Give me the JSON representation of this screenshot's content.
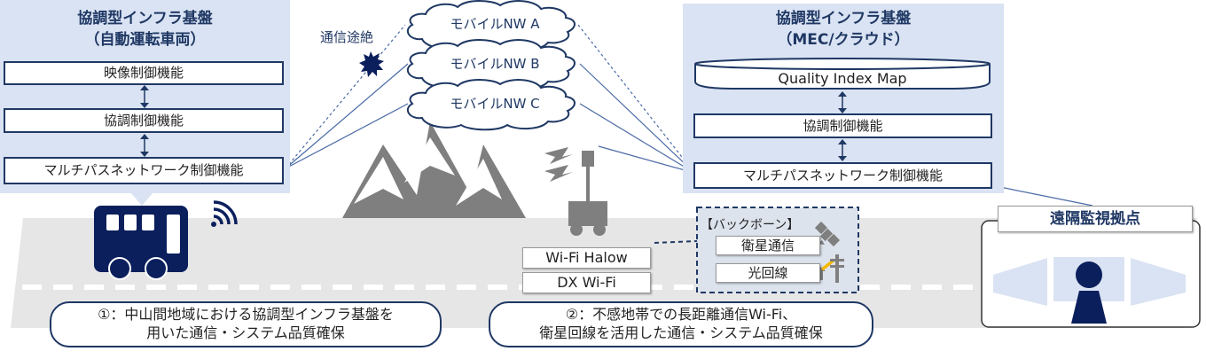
{
  "left_panel": {
    "title_line1": "協調型インフラ基盤",
    "title_line2": "（自動運転車両）",
    "boxes": [
      "映像制御機能",
      "協調制御機能",
      "マルチパスネットワーク制御機能"
    ]
  },
  "right_panel": {
    "title_line1": "協調型インフラ基盤",
    "title_line2": "（MEC/クラウド）",
    "database": "Quality Index Map",
    "boxes": [
      "協調制御機能",
      "マルチパスネットワーク制御機能"
    ]
  },
  "clouds": [
    "モバイルNW A",
    "モバイルNW B",
    "モバイルNW C"
  ],
  "outage_label": "通信途絶",
  "wifi_boxes": [
    "Wi-Fi Halow",
    "DX Wi-Fi"
  ],
  "backbone": {
    "title": "【バックボーン】",
    "items": [
      "衛星通信",
      "光回線"
    ]
  },
  "remote_site": {
    "title": "遠隔監視拠点"
  },
  "pills": [
    {
      "line1": "①：中山間地域における協調型インフラ基盤を",
      "line2": "用いた通信・システム品質確保"
    },
    {
      "line1": "②：不感地帯での長距離通信Wi-Fi、",
      "line2": "衛星回線を活用した通信・システム品質確保"
    }
  ],
  "colors": {
    "navy": "#1f3864",
    "dark_navy": "#0a1f5c",
    "panel_bg": "#dae3f3",
    "road": "#e6e6e6",
    "mountain": "#7f7f7f",
    "fiber": "#f5b800"
  }
}
